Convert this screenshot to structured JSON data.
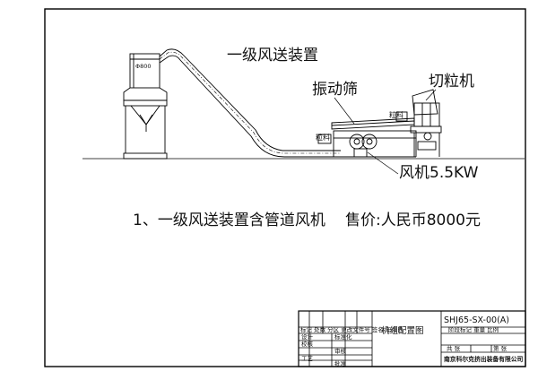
{
  "labels": {
    "system_title": "一级风送装置",
    "screen": "振动筛",
    "pelletizer": "切粒机",
    "pellets_left": "粒料",
    "pellets_right": "粒料",
    "fan": "风机5.5KW",
    "silo_dim": "Φ800"
  },
  "caption": {
    "item": "1、一级风送装置含管道风机",
    "price": "售价:人民币8000元"
  },
  "title_block": {
    "drawing_name": "机组配置图",
    "drawing_no": "SHJ65-SX-00(A)",
    "rev_header": "标记 处数 分区 更改文件号 签名 年月日",
    "design": "设计",
    "standardize": "标准化",
    "check": "校核",
    "review": "审核",
    "process": "工艺",
    "approve": "批准",
    "scale_header": "阶段标记 重量 比例",
    "sheet_total": "共 张",
    "sheet_no": "第 张",
    "company": "南京科尔克挤出装备有限公司"
  }
}
